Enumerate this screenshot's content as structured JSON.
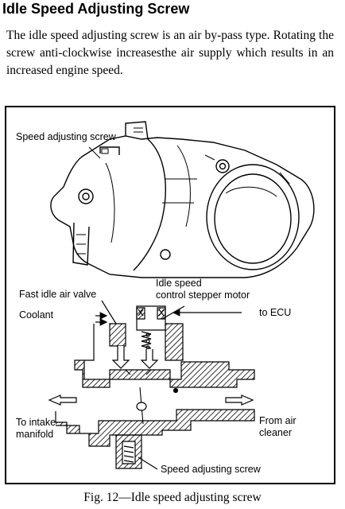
{
  "heading": "Idle Speed Adjusting Screw",
  "paragraph": "The idle speed adjusting screw is an air by-pass type. Rotating the screw anti-clockwise increasesthe air supply which results in an increased engine speed.",
  "figure": {
    "labels": {
      "speed_adjusting_screw_top": "Speed adjusting screw",
      "fast_idle_air_valve": "Fast idle air valve",
      "idle_speed_line1": "Idle speed",
      "idle_speed_line2": "control stepper motor",
      "coolant": "Coolant",
      "to_ecu": "to ECU",
      "to_intake_line1": "To intake",
      "to_intake_line2": "manifold",
      "from_air_line1": "From air",
      "from_air_line2": "cleaner",
      "speed_adjusting_screw_bottom": "Speed adjusting screw"
    },
    "caption": "Fig. 12—Idle speed adjusting screw"
  }
}
